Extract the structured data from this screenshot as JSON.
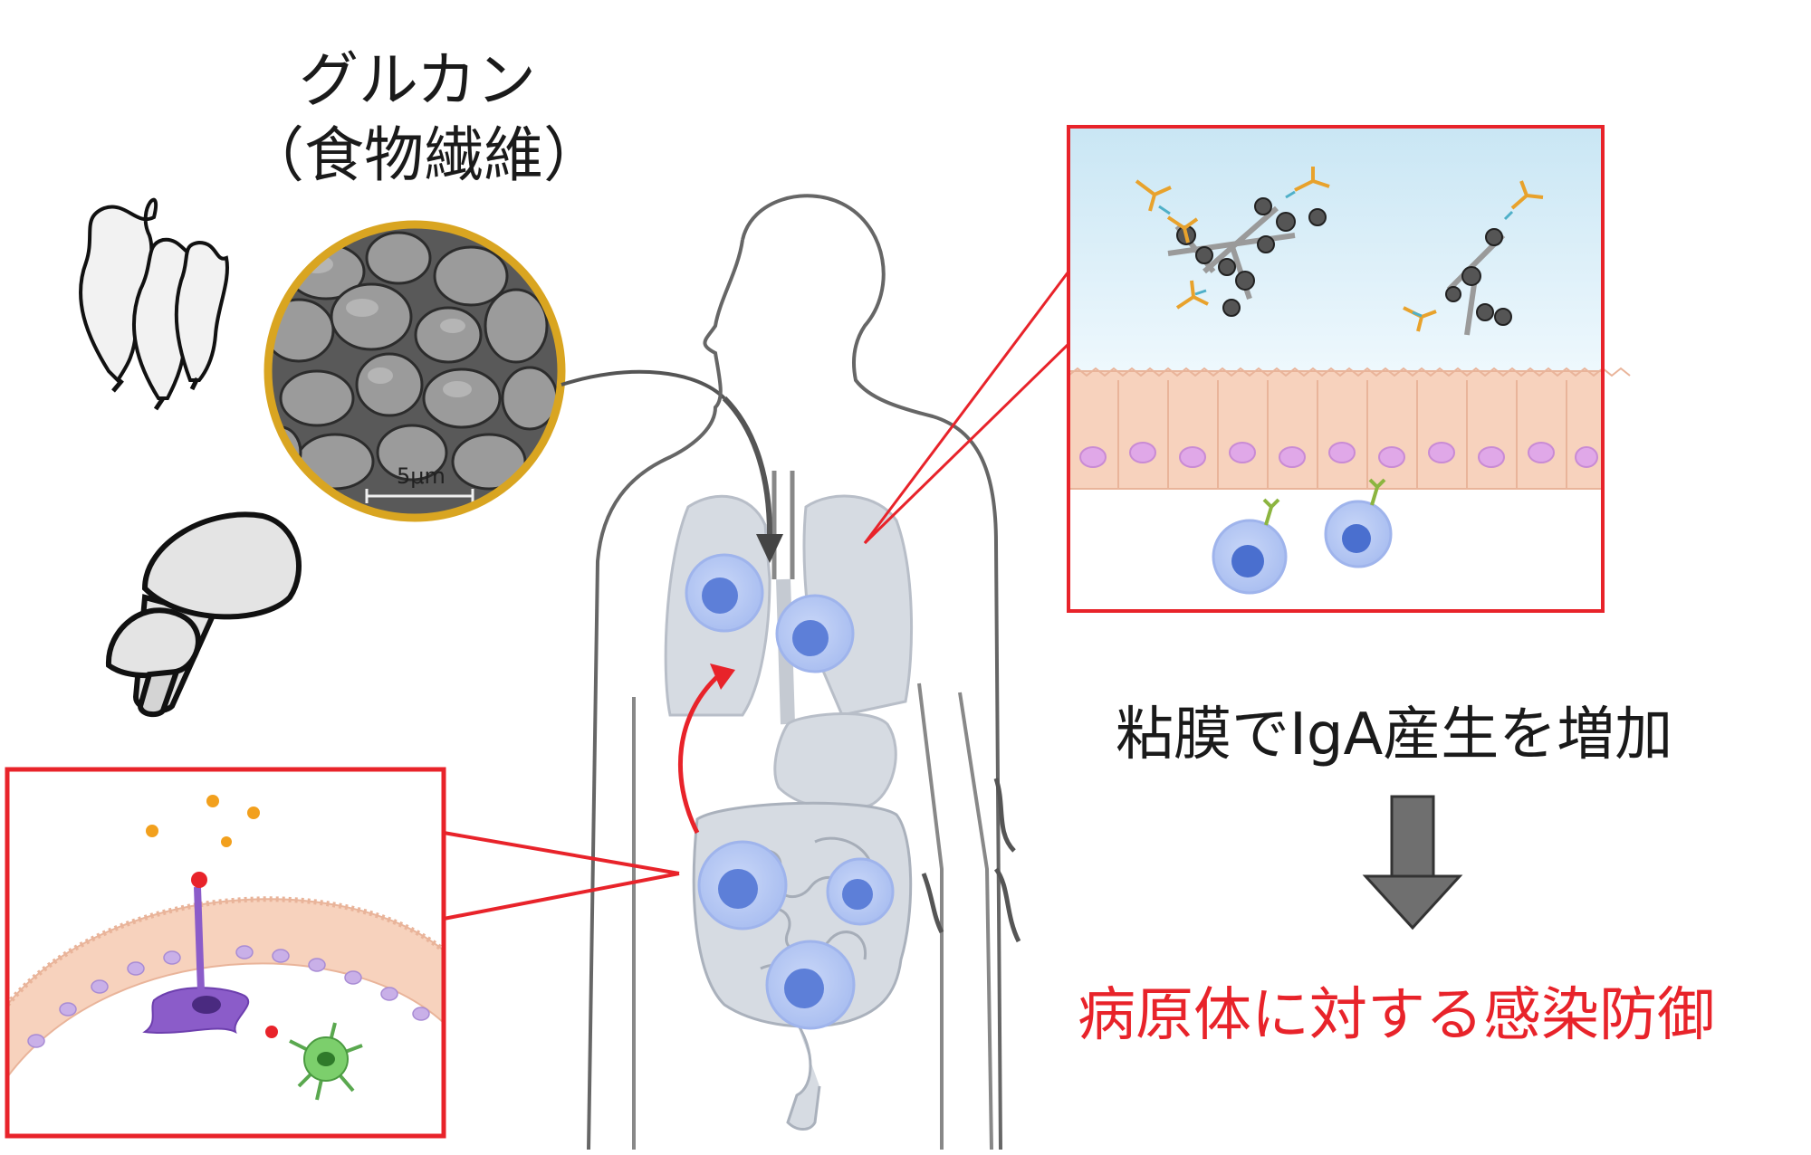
{
  "header": {
    "title": "グルカン",
    "subtitle": "（食物繊維）"
  },
  "micrograph": {
    "scale_label": "5μm"
  },
  "result": {
    "effect": "粘膜でIgA産生を増加",
    "outcome": "病原体に対する感染防御"
  },
  "colors": {
    "accent_red": "#e8232a",
    "frame_gold": "#d9a521",
    "arrow_gray": "#6f6f6f",
    "body_fill": "#d6dbe2",
    "cell_blue": "#7d97e0"
  },
  "icons": [
    "seaweed-icon",
    "mushroom-icon",
    "down-arrow-icon"
  ]
}
